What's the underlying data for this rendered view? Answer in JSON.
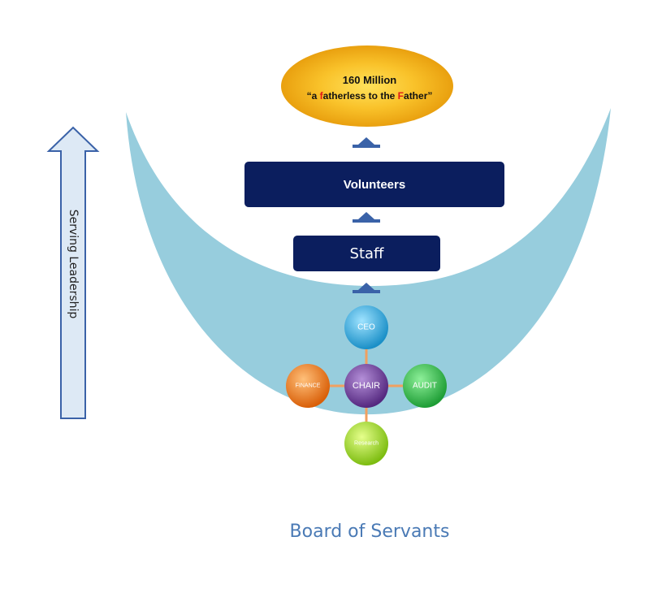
{
  "goal": {
    "line1": "160 Million",
    "line2_open": "“a ",
    "line2_f1": "f",
    "line2_mid": "atherless to the ",
    "line2_f2": "F",
    "line2_end": "ather”"
  },
  "levels": {
    "volunteers": "Volunteers",
    "staff": "Staff"
  },
  "side_label": "Serving Leadership",
  "board": {
    "ceo": "CEO",
    "chair": "CHAIR",
    "audit": "AUDIT",
    "finance": "FINANCE",
    "bottom": "Research"
  },
  "footer": "Board of Servants",
  "colors": {
    "bowl": "#97cddd",
    "goal": "#f5b21c",
    "boxes": "#0b1e5e",
    "arrows": "#3a62a8",
    "side_arrow": "#dde9f5",
    "ceo": "#2fa9dd",
    "chair": "#6a3f9d",
    "audit": "#33c34c",
    "finance": "#ef7a1e",
    "bottom": "#9ad82a",
    "footer_text": "#4a7ab5"
  }
}
